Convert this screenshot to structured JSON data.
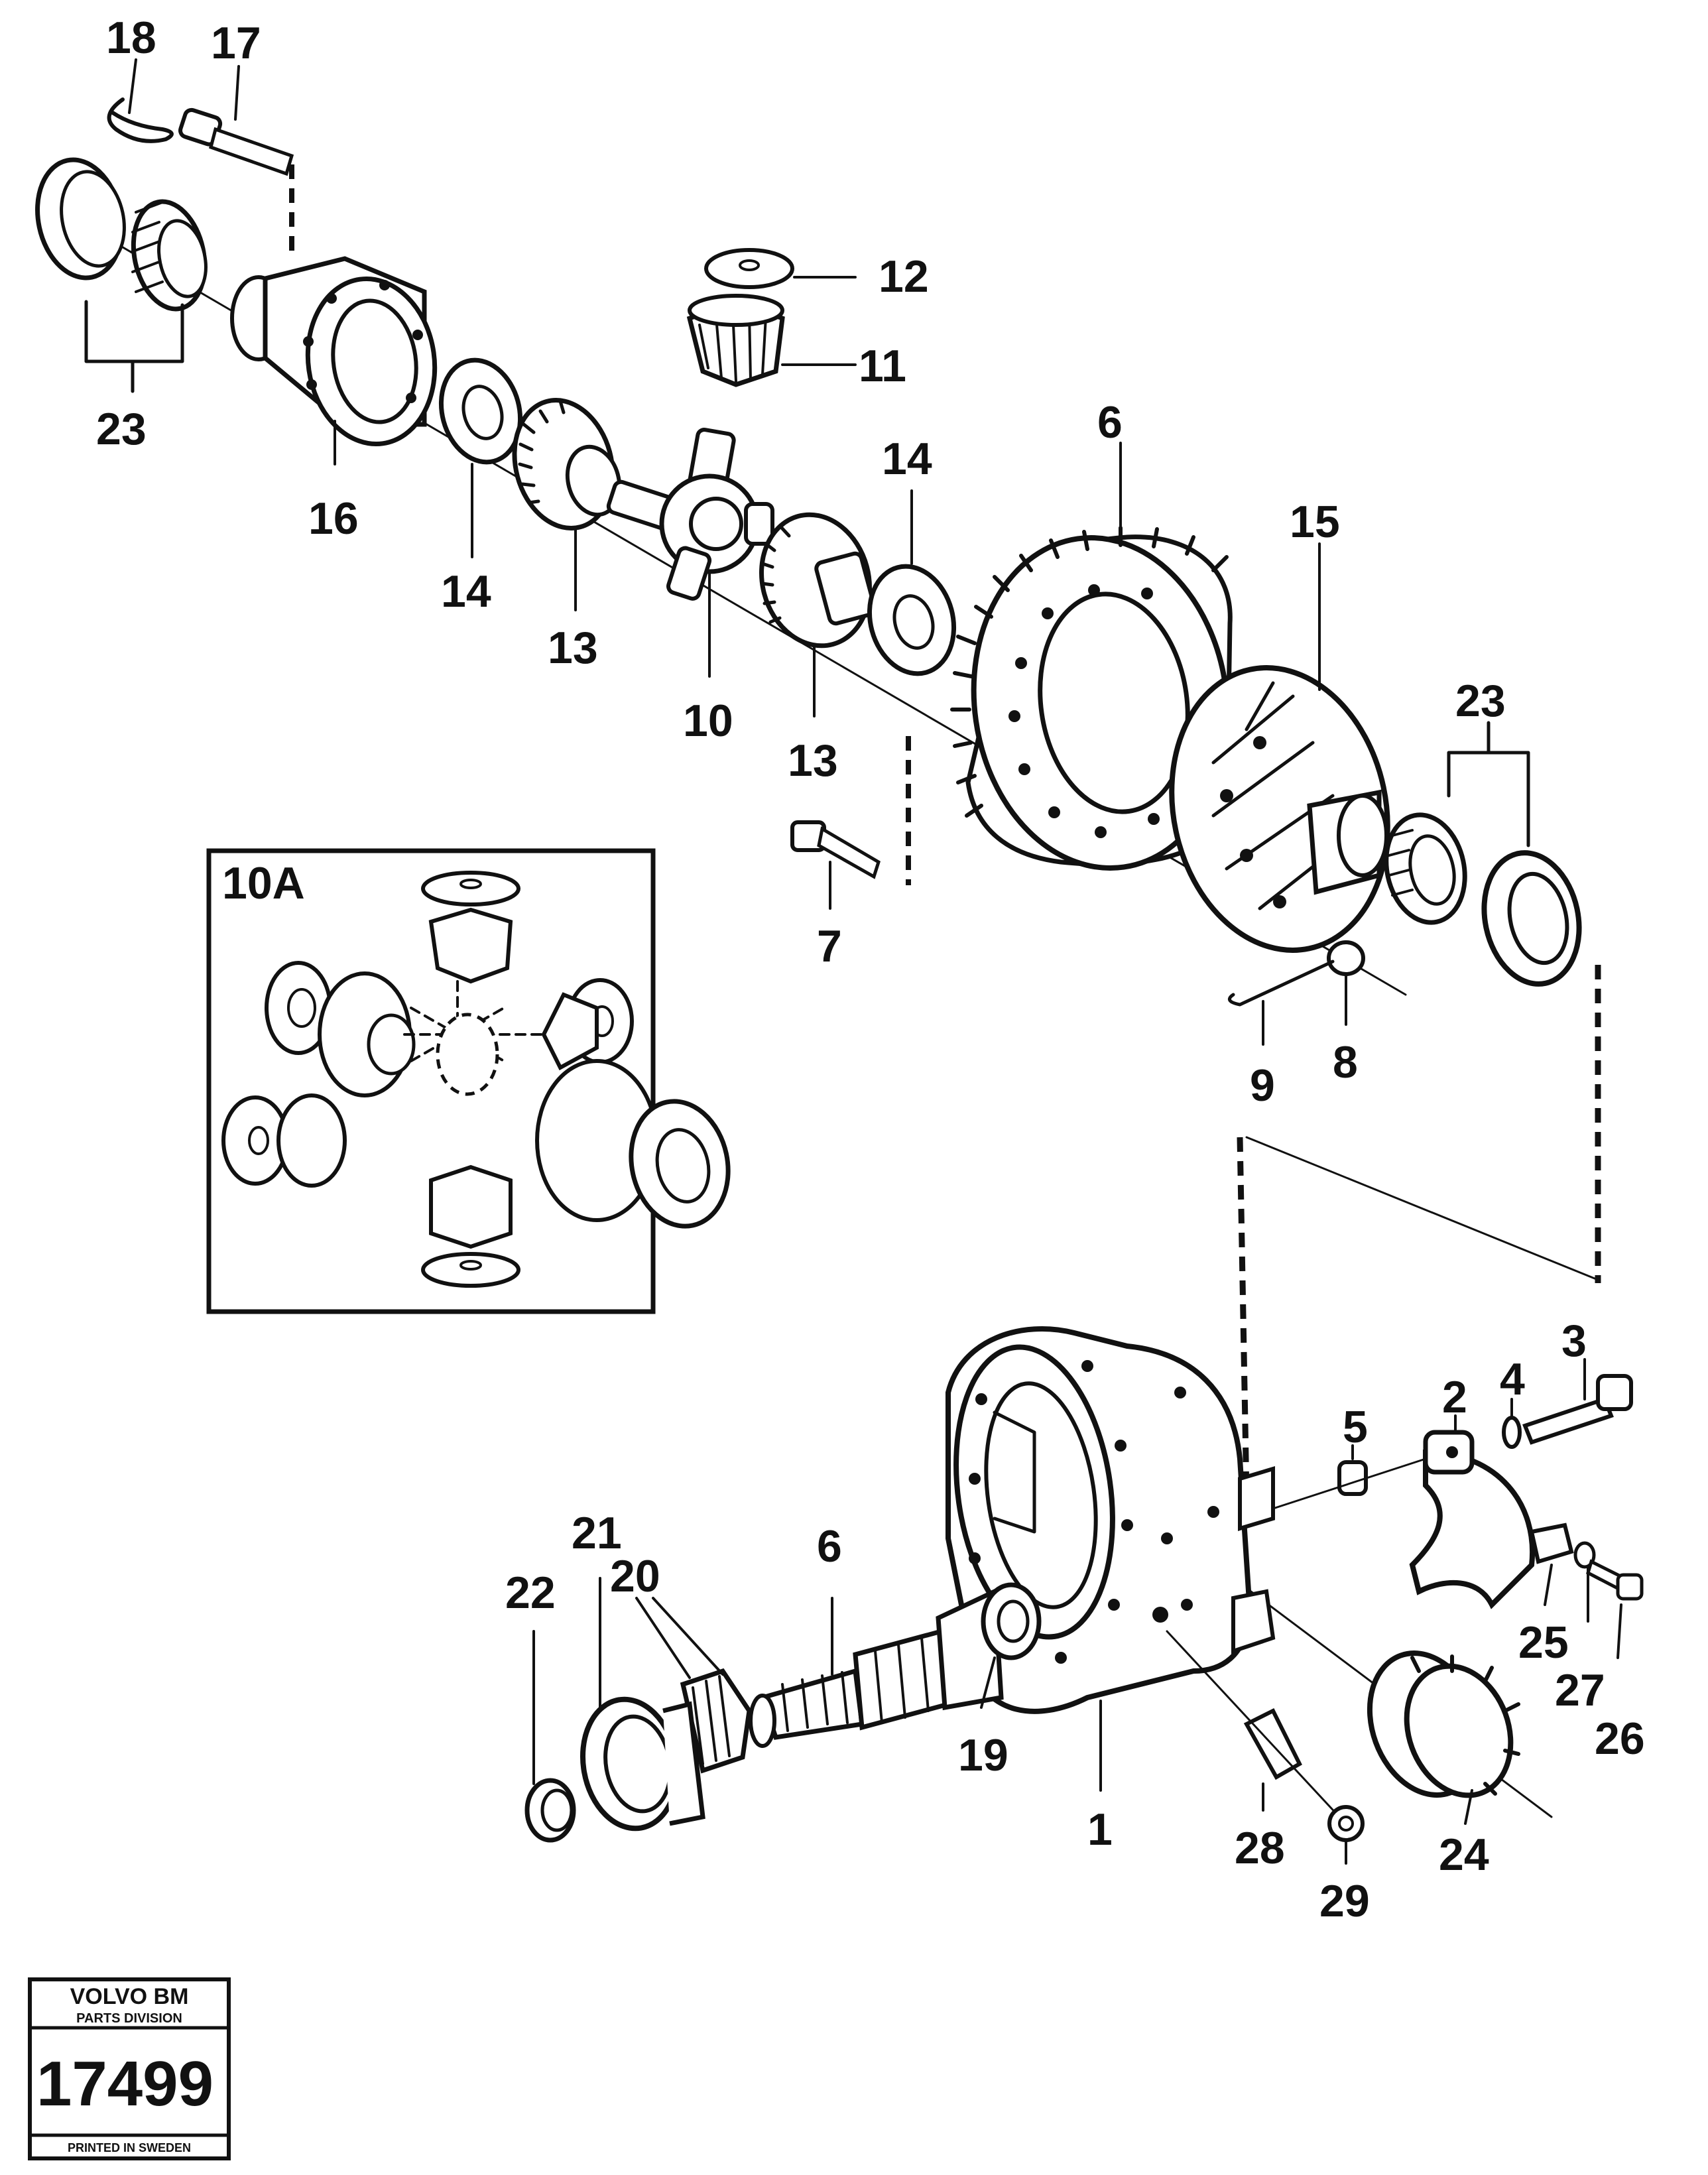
{
  "callouts": {
    "c1": "1",
    "c2": "2",
    "c3": "3",
    "c4": "4",
    "c5": "5",
    "c6_upper": "6",
    "c6_lower": "6",
    "c7": "7",
    "c8": "8",
    "c9": "9",
    "c10": "10",
    "c11": "11",
    "c12": "12",
    "c13_left": "13",
    "c13_right": "13",
    "c14_left": "14",
    "c14_right": "14",
    "c15": "15",
    "c16": "16",
    "c17": "17",
    "c18": "18",
    "c19": "19",
    "c20": "20",
    "c21": "21",
    "c22": "22",
    "c23_left": "23",
    "c23_right": "23",
    "c24": "24",
    "c25": "25",
    "c26": "26",
    "c27": "27",
    "c28": "28",
    "c29": "29"
  },
  "inset": {
    "label": "10A"
  },
  "stamp": {
    "brand": "VOLVO BM",
    "division": "PARTS DIVISION",
    "number": "17499",
    "printed": "PRINTED IN SWEDEN"
  }
}
